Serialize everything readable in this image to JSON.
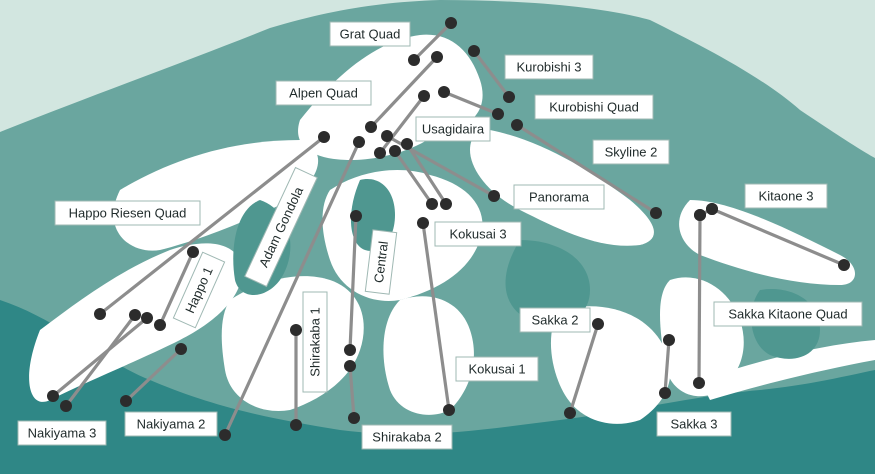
{
  "colors": {
    "sky": "#d2e6e0",
    "mountain": "#6aa69f",
    "snow": "#ffffff",
    "forest": "#4f9790",
    "valley": "#2f8786",
    "lift": "#8d8d8d",
    "station": "#2c2c2c"
  },
  "lifts": [
    {
      "name": "Grat Quad"
    },
    {
      "name": "Kurobishi 3"
    },
    {
      "name": "Alpen Quad"
    },
    {
      "name": "Kurobishi Quad"
    },
    {
      "name": "Usagidaira"
    },
    {
      "name": "Skyline 2"
    },
    {
      "name": "Happo Riesen Quad"
    },
    {
      "name": "Adam Gondola"
    },
    {
      "name": "Panorama"
    },
    {
      "name": "Kitaone 3"
    },
    {
      "name": "Kokusai 3"
    },
    {
      "name": "Central"
    },
    {
      "name": "Happo 1"
    },
    {
      "name": "Sakka Kitaone Quad"
    },
    {
      "name": "Sakka 2"
    },
    {
      "name": "Shirakaba 1"
    },
    {
      "name": "Kokusai 1"
    },
    {
      "name": "Nakiyama 2"
    },
    {
      "name": "Sakka 3"
    },
    {
      "name": "Nakiyama 3"
    },
    {
      "name": "Shirakaba 2"
    }
  ]
}
